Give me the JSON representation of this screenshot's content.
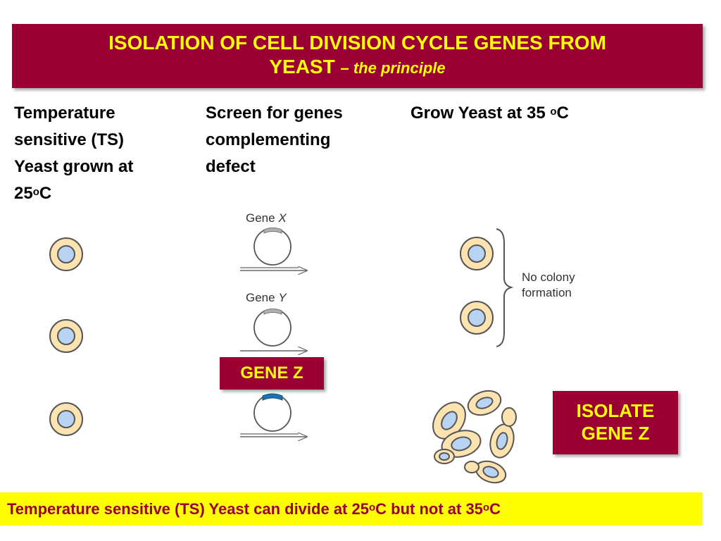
{
  "title": {
    "line1": "ISOLATION OF CELL DIVISION CYCLE GENES  FROM",
    "line2": "YEAST ",
    "subtitle": "– the principle"
  },
  "columns": {
    "col1": {
      "line1": "Temperature",
      "line2": "sensitive (TS)",
      "line3": "Yeast grown at",
      "line4_main": "25",
      "line4_sup": "o",
      "line4_end": "C"
    },
    "col2": {
      "line1": "Screen for genes",
      "line2": "complementing",
      "line3": "defect"
    },
    "col3": {
      "main": "Grow Yeast at 35 ",
      "sup": "o",
      "end": "C"
    }
  },
  "diagram": {
    "gene_x_label": "Gene",
    "gene_x_letter": "X",
    "gene_y_label": "Gene",
    "gene_y_letter": "Y",
    "no_colony_line1": "No colony",
    "no_colony_line2": "formation"
  },
  "gene_z_box": "GENE Z",
  "isolate_box": {
    "line1": "ISOLATE",
    "line2": "GENE Z"
  },
  "footer": {
    "part1": "Temperature sensitive (TS) Yeast can divide at 25",
    "sup1": "o",
    "part2": "C but not at 35",
    "sup2": "o",
    "part3": "C"
  },
  "colors": {
    "maroon": "#9b0035",
    "yellow": "#ffff00",
    "cell_fill": "#fde3b0",
    "nucleus_fill": "#b9d3f2",
    "gene_z_marker": "#1f6fbf"
  }
}
